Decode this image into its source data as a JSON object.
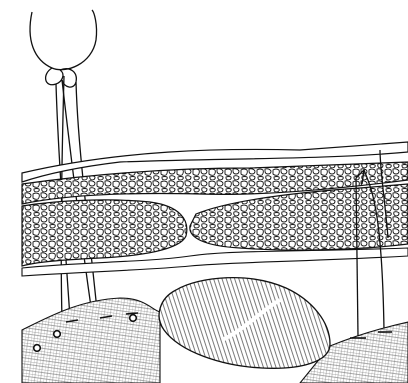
{
  "figure": {
    "kind": "surgical-illustration",
    "labels": [],
    "palette": {
      "line": "#111111",
      "background": "#ffffff",
      "fill": "#ffffff"
    },
    "elements": [
      "suture-threads",
      "abdominal-wall-layers",
      "fat-tissue",
      "muscle-layer",
      "hernia-sac",
      "peritoneum",
      "suture-stitches",
      "needle-entry-marks"
    ]
  }
}
